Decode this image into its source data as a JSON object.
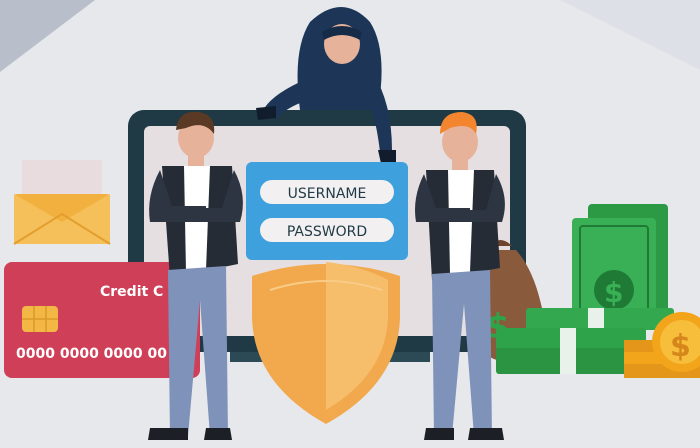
{
  "login": {
    "username": "USERNAME",
    "password": "PASSWORD"
  },
  "card": {
    "label": "Credit C",
    "number": "0000 0000 0000 00"
  },
  "money": {
    "symbol": "$"
  },
  "colors": {
    "background": "#e6e8ec",
    "monitor_frame": "#1f3a45",
    "monitor_screen": "#e5dfe2",
    "login_panel": "#3ea0dc",
    "shield": "#f2a94e",
    "card": "#cf4058",
    "envelope": "#f2b13e",
    "cash": "#2fa34a",
    "coin": "#f2a51a",
    "money_bag": "#8a5a3c"
  }
}
